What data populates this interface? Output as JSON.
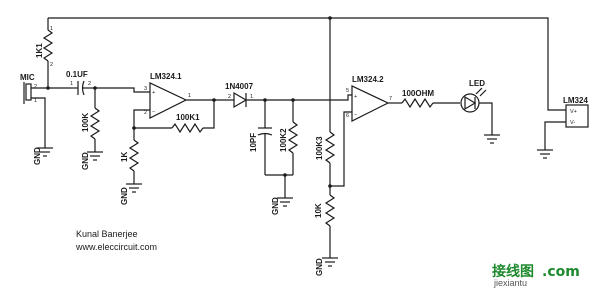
{
  "components": {
    "r_1k1": "1K1",
    "mic": "MIC",
    "cap_01uf": "0.1UF",
    "r_100k": "100K",
    "gnd": "GND",
    "opamp1": "LM324.1",
    "r_100k1": "100K1",
    "r_1k": "1K",
    "diode": "1N4007",
    "cap_10pf": "10PF",
    "r_100k2": "100K2",
    "r_100k3": "100K3",
    "r_10k": "10K",
    "opamp2": "LM324.2",
    "r_100ohm": "100OHM",
    "led": "LED",
    "ic": "LM324",
    "vplus": "V+",
    "vminus": "V-"
  },
  "pins": {
    "one": "1",
    "two": "2",
    "three": "3",
    "five": "5",
    "six": "6",
    "seven": "7"
  },
  "credits": {
    "author": "Kunal Banerjee",
    "site": "www.eleccircuit.com"
  },
  "watermark": {
    "chinese": "接线图",
    "com": ".com",
    "pinyin": "jiexiantu"
  }
}
